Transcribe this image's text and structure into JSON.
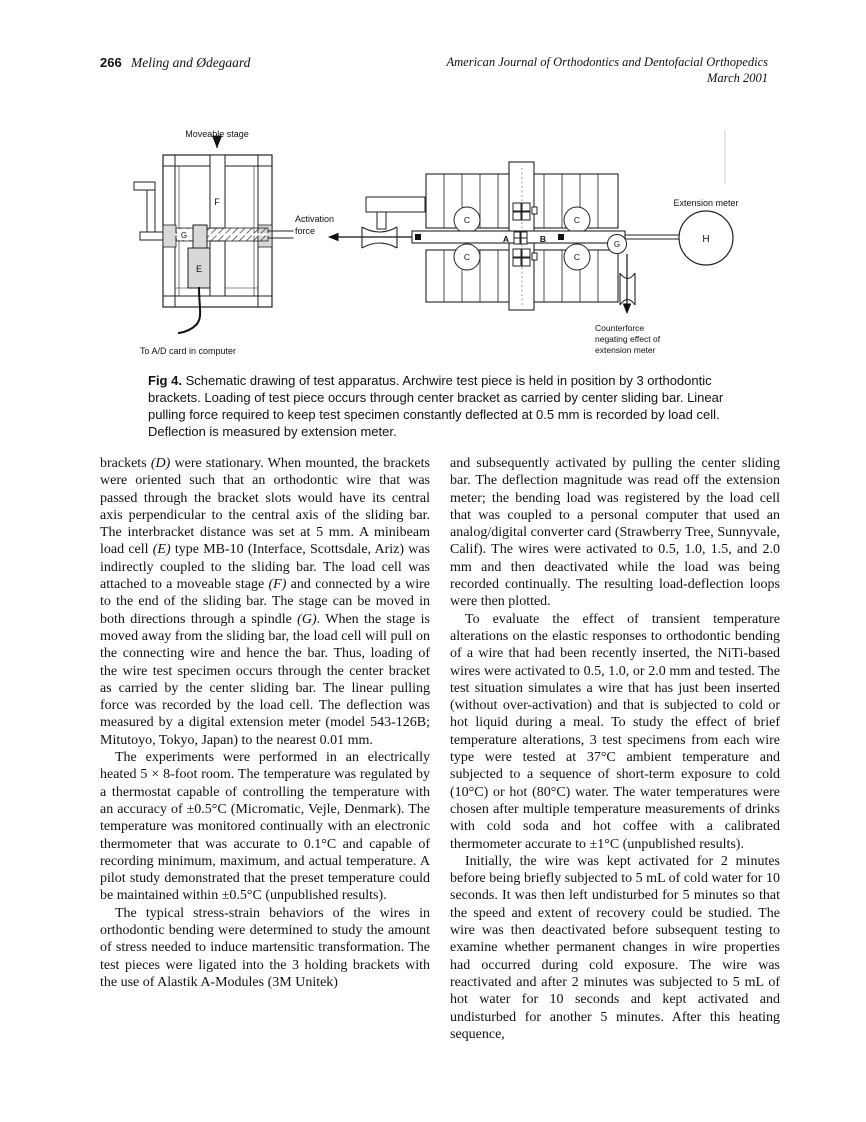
{
  "header": {
    "page_number": "266",
    "authors": "Meling and Ødegaard",
    "journal_title": "American Journal of Orthodontics and Dentofacial Orthopedics",
    "journal_issue": "March 2001"
  },
  "figure": {
    "diagram_labels": {
      "moveable_stage": "Moveable stage",
      "activation_1": "Activation",
      "activation_2": "force",
      "to_ad_card": "To A/D card in computer",
      "extension_meter": "Extension meter",
      "counterforce_1": "Counterforce",
      "counterforce_2": "negating effect of",
      "counterforce_3": "extension meter",
      "part_a": "A",
      "part_b": "B",
      "part_c": "C",
      "part_e": "E",
      "part_f": "F",
      "part_g": "G",
      "part_h": "H"
    },
    "caption_lines": [
      "<b>Fig 4.</b> Schematic drawing of test apparatus. Archwire test piece is held in position by 3 orthodontic",
      "brackets. Loading of test piece occurs through center bracket as carried by center sliding bar. Linear",
      "pulling force required to keep test specimen constantly deflected at 0.5 mm is recorded by load cell.",
      "Deflection is measured by extension meter."
    ]
  },
  "article": {
    "left_column": {
      "paragraphs": [
        "brackets <i>(D)</i> were stationary. When mounted, the brackets were oriented such that an orthodontic wire that was passed through the bracket slots would have its central axis perpendicular to the central axis of the sliding bar. The interbracket distance was set at 5 mm. A minibeam load cell <i>(E)</i> type MB-10 (Interface, Scottsdale, Ariz) was indirectly coupled to the sliding bar. The load cell was attached to a moveable stage <i>(F)</i> and connected by a wire to the end of the sliding bar. The stage can be moved in both directions through a spindle <i>(G)</i>. When the stage is moved away from the sliding bar, the load cell will pull on the connecting wire and hence the bar. Thus, loading of the wire test specimen occurs through the center bracket as carried by the center sliding bar. The linear pulling force was recorded by the load cell. The deflection was measured by a digital extension meter (model 543-126B; Mitutoyo, Tokyo, Japan) to the nearest 0.01 mm.",
        "The experiments were performed in an electrically heated 5 × 8-foot room. The temperature was regulated by a thermostat capable of controlling the temperature with an accuracy of ±0.5°C (Micromatic, Vejle, Denmark). The temperature was monitored continually with an electronic thermometer that was accurate to 0.1°C and capable of recording minimum, maximum, and actual temperature. A pilot study demonstrated that the preset temperature could be maintained within ±0.5°C (unpublished results).",
        "The typical stress-strain behaviors of the wires in orthodontic bending were determined to study the amount of stress needed to induce martensitic transformation. The test pieces were ligated into the 3 holding brackets with the use of Alastik A-Modules (3M Unitek)"
      ]
    },
    "right_column": {
      "paragraphs": [
        "and subsequently activated by pulling the center sliding bar. The deflection magnitude was read off the extension meter; the bending load was registered by the load cell that was coupled to a personal computer that used an analog/digital converter card (Strawberry Tree, Sunnyvale, Calif). The wires were activated to 0.5, 1.0, 1.5, and 2.0 mm and then deactivated while the load was being recorded continually. The resulting load-deflection loops were then plotted.",
        "To evaluate the effect of transient temperature alterations on the elastic responses to orthodontic bending of a wire that had been recently inserted, the NiTi-based wires were activated to 0.5, 1.0, or 2.0 mm and tested. The test situation simulates a wire that has just been inserted (without over-activation) and that is subjected to cold or hot liquid during a meal. To study the effect of brief temperature alterations, 3 test specimens from each wire type were tested at 37°C ambient temperature and subjected to a sequence of short-term exposure to cold (10°C) or hot (80°C) water. The water temperatures were chosen after multiple temperature measurements of drinks with cold soda and hot coffee with a calibrated thermometer accurate to ±1°C (unpublished results).",
        "Initially, the wire was kept activated for 2 minutes before being briefly subjected to 5 mL of cold water for 10 seconds. It was then left undisturbed for 5 minutes so that the speed and extent of recovery could be studied. The wire was then deactivated before subsequent testing to examine whether permanent changes in wire properties had occurred during cold exposure. The wire was reactivated and after 2 minutes was subjected to 5 mL of hot water for 10 seconds and kept activated and undisturbed for another 5 minutes. After this heating sequence,"
      ]
    }
  }
}
